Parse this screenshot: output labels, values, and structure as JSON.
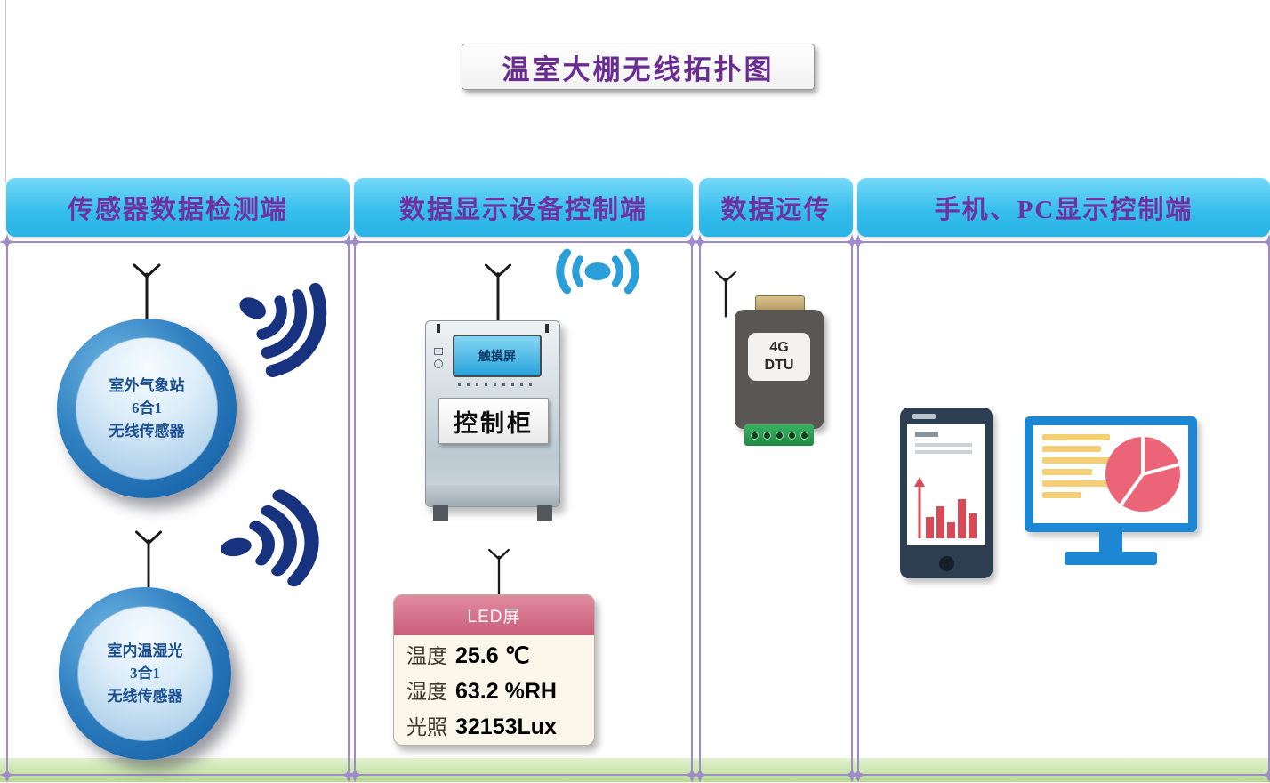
{
  "title": "温室大棚无线拓扑图",
  "headers": {
    "col1": "传感器数据检测端",
    "col2": "数据显示设备控制端",
    "col3": "数据远传",
    "col4": "手机、PC显示控制端"
  },
  "sensor_outdoor": {
    "line1": "室外气象站",
    "line2": "6合1",
    "line3": "无线传感器"
  },
  "sensor_indoor": {
    "line1": "室内温湿光",
    "line2": "3合1",
    "line3": "无线传感器"
  },
  "cabinet": {
    "touchscreen_label": "触摸屏",
    "label": "控制柜"
  },
  "led_screen": {
    "header": "LED屏",
    "rows": [
      {
        "label": "温度",
        "value": "25.6 ℃"
      },
      {
        "label": "湿度",
        "value": "63.2 %RH"
      },
      {
        "label": "光照",
        "value": "32153Lux"
      }
    ]
  },
  "dtu": {
    "line1": "4G",
    "line2": "DTU"
  },
  "colors": {
    "header_background": "#33bcec",
    "header_text": "#7030a0",
    "title_text": "#6a2c91",
    "column_border": "#9f8bca",
    "signal_dark_blue": "#17337f",
    "signal_light_blue": "#2b9fd9",
    "sensor_blue": "#1565ad",
    "led_header_pink": "#ca5d7a",
    "dtu_gray": "#5a5653",
    "dtu_terminal_green": "#1e8a41",
    "phone_navy": "#2c3e50",
    "monitor_blue": "#1d87d3",
    "chart_red": "#d94a57",
    "pie_pink": "#ec6478",
    "text_yellow": "#f5cf76",
    "ground_green": "#b6da91"
  }
}
